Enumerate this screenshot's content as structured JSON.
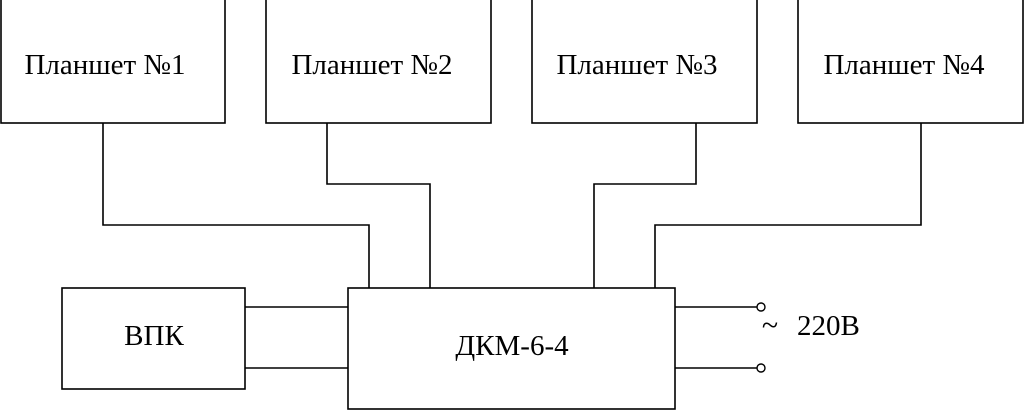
{
  "tablets": [
    {
      "label": "Планшет №1"
    },
    {
      "label": "Планшет №2"
    },
    {
      "label": "Планшет №3"
    },
    {
      "label": "Планшет №4"
    }
  ],
  "vpk": {
    "label": "ВПК"
  },
  "dkm": {
    "label": "ДКМ-6-4"
  },
  "power": {
    "symbol": "~",
    "label": "220В"
  }
}
